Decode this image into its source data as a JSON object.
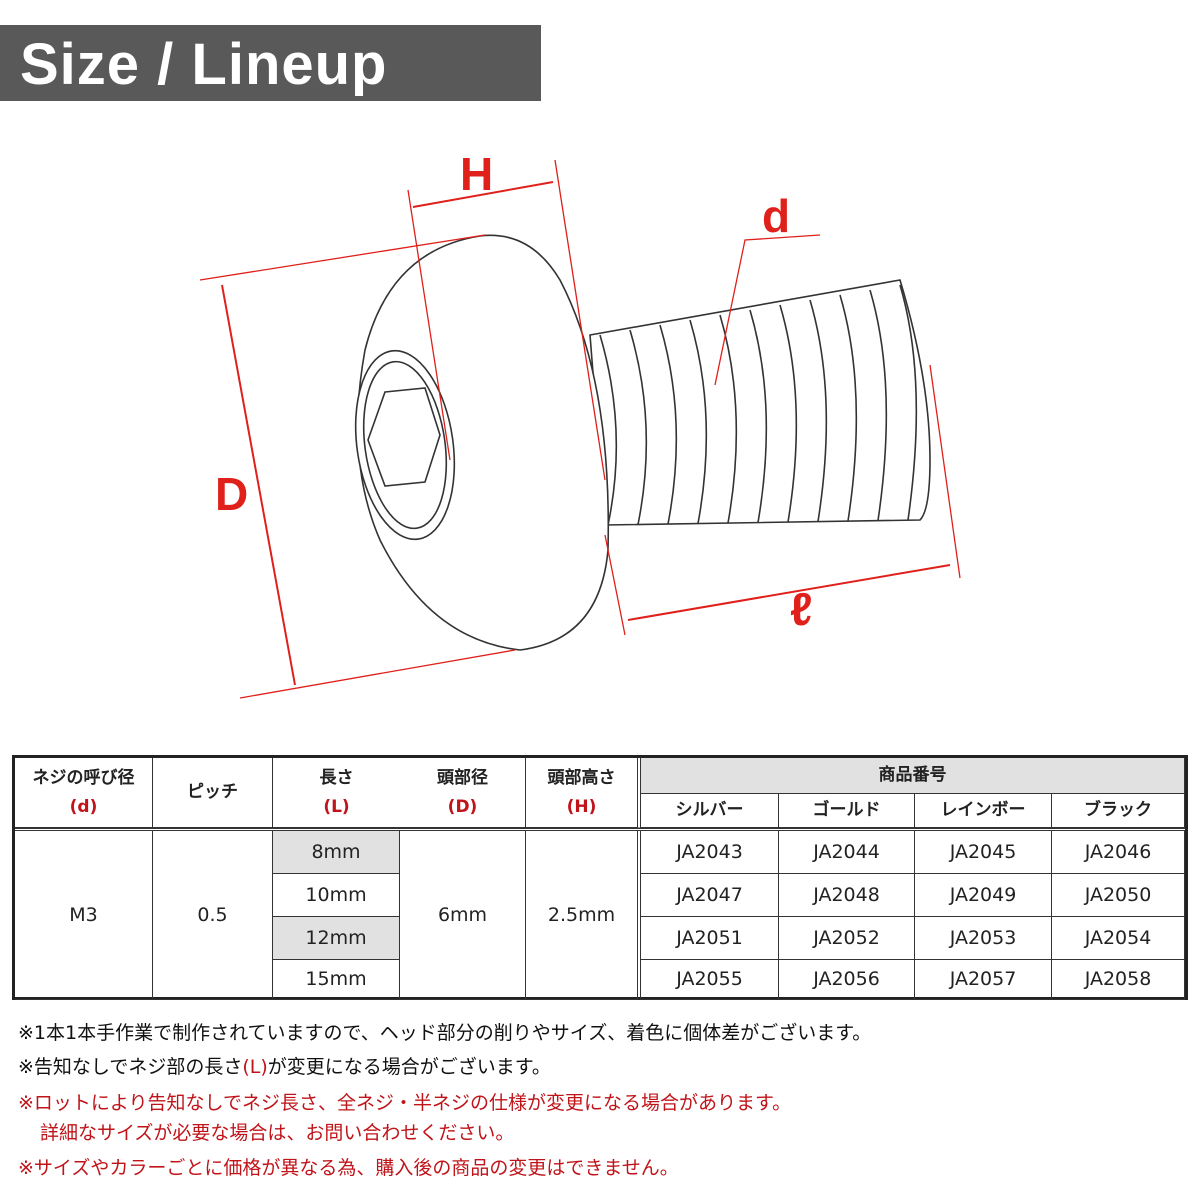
{
  "title": "Size / Lineup",
  "diagram_labels": {
    "H": "H",
    "d": "d",
    "D": "D",
    "l": "ℓ"
  },
  "table": {
    "headers": {
      "d": {
        "label": "ネジの呼び径",
        "sym": "(d)"
      },
      "pitch": {
        "label": "ピッチ"
      },
      "L": {
        "label": "長さ",
        "sym": "(L)"
      },
      "D": {
        "label": "頭部径",
        "sym": "(D)"
      },
      "H": {
        "label": "頭部高さ",
        "sym": "(H)"
      },
      "product": {
        "label": "商品番号",
        "colors": [
          "シルバー",
          "ゴールド",
          "レインボー",
          "ブラック"
        ]
      }
    },
    "size": "M3",
    "pitch": "0.5",
    "head_diameter": "6mm",
    "head_height": "2.5mm",
    "rows": [
      {
        "length": "8mm",
        "codes": [
          "JA2043",
          "JA2044",
          "JA2045",
          "JA2046"
        ]
      },
      {
        "length": "10mm",
        "codes": [
          "JA2047",
          "JA2048",
          "JA2049",
          "JA2050"
        ]
      },
      {
        "length": "12mm",
        "codes": [
          "JA2051",
          "JA2052",
          "JA2053",
          "JA2054"
        ]
      },
      {
        "length": "15mm",
        "codes": [
          "JA2055",
          "JA2056",
          "JA2057",
          "JA2058"
        ]
      }
    ]
  },
  "notes": [
    {
      "text": "※1本1本手作業で制作されていますので、ヘッド部分の削りやサイズ、着色に個体差がございます。"
    },
    {
      "pre": "※告知なしでネジ部の長さ",
      "red": "(L)",
      "post": "が変更になる場合がございます。"
    },
    {
      "text": "※ロットにより告知なしでネジ長さ、全ネジ・半ネジの仕様が変更になる場合があります。"
    },
    {
      "text": "詳細なサイズが必要な場合は、お問い合わせください。"
    },
    {
      "text": "※サイズやカラーごとに価格が異なる為、購入後の商品の変更はできません。"
    }
  ],
  "colors": {
    "accent": "#e0201a",
    "title_bg": "#595959",
    "row_gray": "#e1e1e1"
  }
}
